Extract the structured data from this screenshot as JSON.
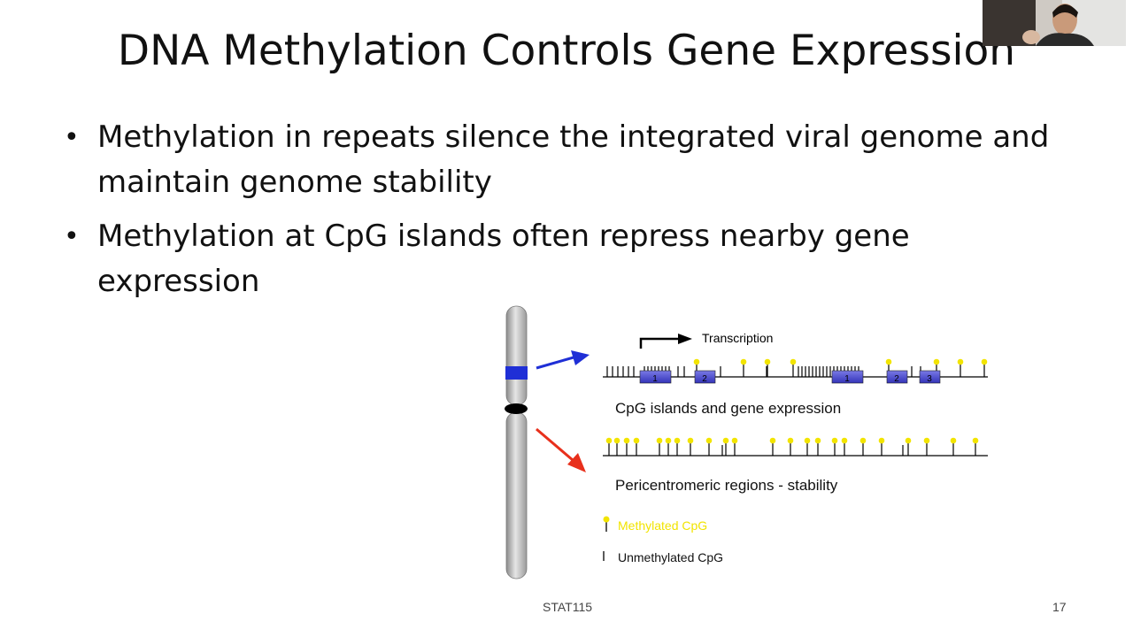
{
  "slide": {
    "title": "DNA Methylation Controls Gene Expression",
    "bullets": [
      {
        "lines": [
          "Methylation in repeats silence the integrated viral genome and",
          "maintain genome stability"
        ]
      },
      {
        "lines": [
          "Methylation at CpG islands often repress nearby gene",
          "expression"
        ]
      }
    ],
    "footer_center": "STAT115",
    "page_number": "17"
  },
  "figure": {
    "transcription_label": "Transcription",
    "cpg_caption": "CpG islands and gene expression",
    "pericentromeric_caption": "Pericentromeric regions - stability",
    "exons_first_gene": [
      "1",
      "2"
    ],
    "exons_second_gene": [
      "1",
      "2",
      "3"
    ],
    "legend": {
      "methylated": "Methylated CpG",
      "unmethylated": "Unmethylated CpG"
    },
    "colors": {
      "methylated": "#f2e400",
      "exon": "#4a4ad0",
      "chromosome_band": "#1f2fd6",
      "blue_arrow": "#1f2fd6",
      "red_arrow": "#e8301c",
      "centromere": "#000000"
    }
  },
  "webcam": {
    "icon": "person-video-feed"
  }
}
